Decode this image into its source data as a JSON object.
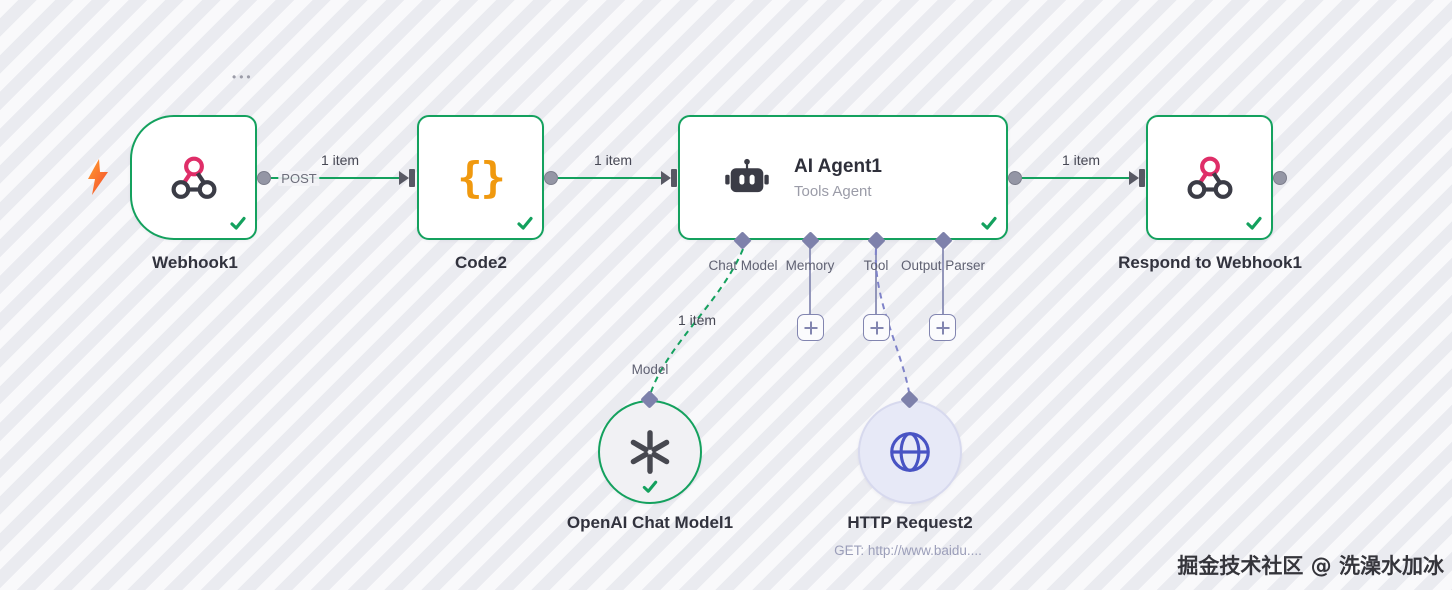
{
  "canvas": {
    "watermark": "掘金技术社区 @ 洗澡水加冰",
    "ellipsis": "•••"
  },
  "colors": {
    "success_green": "#14a15e",
    "port_slate": "#7e81ab",
    "tool_purple": "#7f83c9",
    "code_orange": "#f0990f",
    "webhook_pink": "#df2e68",
    "http_blue": "#4853c3"
  },
  "nodes": {
    "webhook": {
      "label": "Webhook1"
    },
    "code": {
      "label": "Code2",
      "icon_glyph": "{}"
    },
    "agent": {
      "title": "AI Agent1",
      "subtitle": "Tools Agent",
      "ports": [
        {
          "label": "Chat Model"
        },
        {
          "label": "Memory"
        },
        {
          "label": "Tool"
        },
        {
          "label": "Output Parser"
        }
      ]
    },
    "respond": {
      "label": "Respond to Webhook1"
    },
    "openai": {
      "label": "OpenAI Chat Model1",
      "port_label": "Model"
    },
    "http": {
      "label": "HTTP Request2",
      "sublabel": "GET: http://www.baidu...."
    }
  },
  "connections": {
    "post_label": "POST",
    "webhook_code": "1 item",
    "code_agent": "1 item",
    "agent_respond": "1 item",
    "model_agent": "1 item"
  }
}
